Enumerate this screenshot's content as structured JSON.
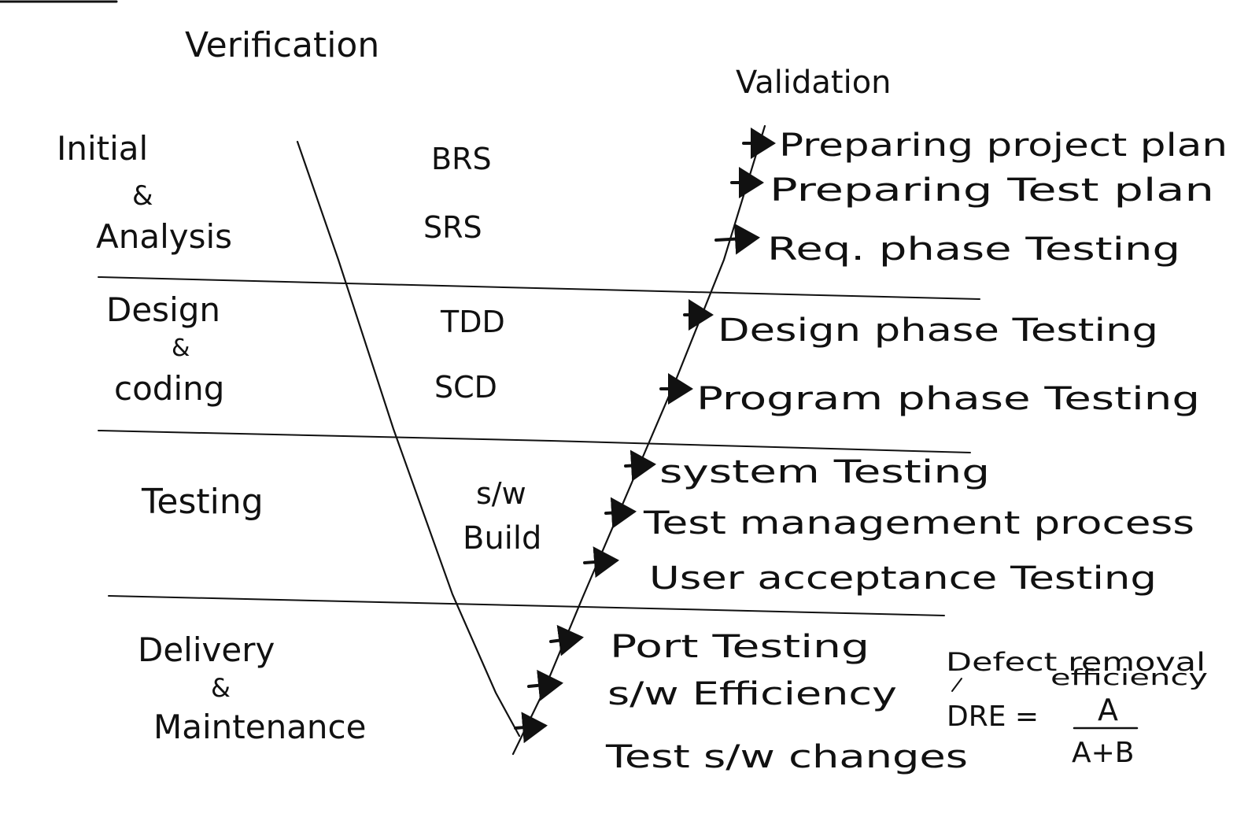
{
  "headers": {
    "verification": "Verification",
    "validation": "Validation"
  },
  "phases": [
    {
      "line1": "Initial",
      "line2": "&",
      "line3": "Analysis",
      "docs": [
        "BRS",
        "SRS"
      ]
    },
    {
      "line1": "Design",
      "line2": "&",
      "line3": "coding",
      "docs": [
        "TDD",
        "SCD"
      ]
    },
    {
      "line1": "Testing",
      "line2": "",
      "line3": "",
      "docs": [
        "s/w",
        "Build"
      ]
    },
    {
      "line1": "Delivery",
      "line2": "&",
      "line3": "Maintenance",
      "docs": []
    }
  ],
  "validation_items": [
    "Preparing project plan",
    "Preparing Test plan",
    "Req. phase Testing",
    "Design phase Testing",
    "Program phase Testing",
    "system Testing",
    "Test management process",
    "User acceptance Testing",
    "Port Testing",
    "s/w Efficiency",
    "Test s/w changes"
  ],
  "dre": {
    "label_line1": "Defect removal",
    "label_line2": "efficiency",
    "lhs": "DRE =",
    "numerator": "A",
    "denominator": "A+B"
  }
}
